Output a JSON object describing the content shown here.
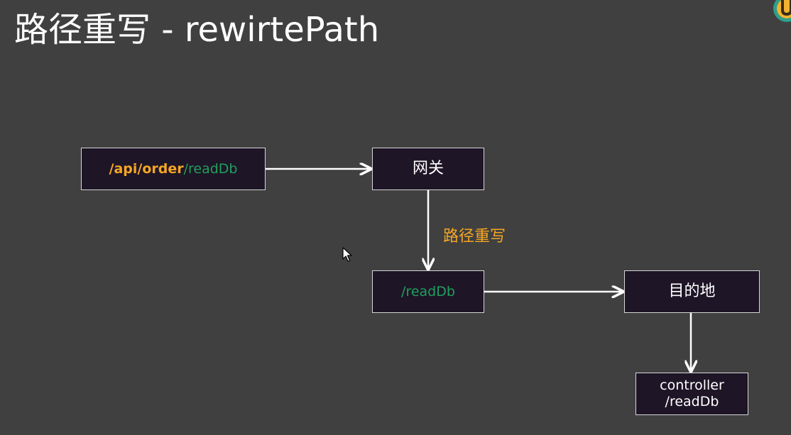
{
  "slide": {
    "title": "路径重写 - rewirtePath"
  },
  "nodes": {
    "source": {
      "prefix": "/api/order",
      "suffix": "/readDb"
    },
    "gateway": {
      "label": "网关"
    },
    "rewritten": {
      "label": "/readDb"
    },
    "destination": {
      "label": "目的地"
    },
    "controller": {
      "line1": "controller",
      "line2": "/readDb"
    }
  },
  "edges": {
    "rewrite_label": "路径重写"
  },
  "colors": {
    "background": "#404040",
    "node_fill": "#1e1527",
    "highlight_orange": "#f5a623",
    "path_green": "#1fa05c"
  },
  "icons": {
    "cursor": "arrow-cursor-icon",
    "corner": "app-logo-icon"
  }
}
